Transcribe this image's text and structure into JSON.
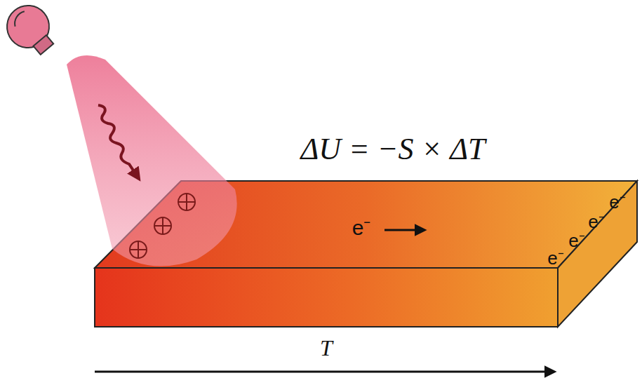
{
  "diagram": {
    "labels": [
      "ΔU = −S × ΔT",
      "e⁻",
      "e⁻",
      "e⁻",
      "e⁻",
      "e⁻",
      "T"
    ]
  }
}
